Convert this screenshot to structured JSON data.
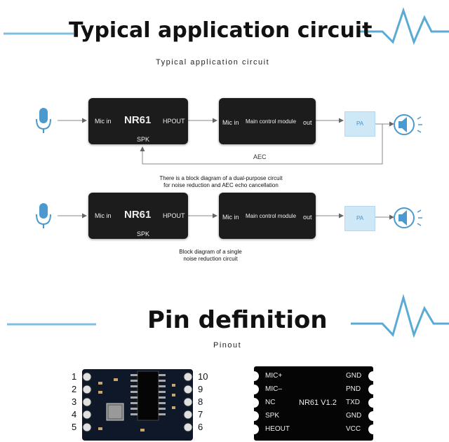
{
  "header": {
    "title": "Typical application circuit",
    "subtitle": "Typical application circuit"
  },
  "diagram1": {
    "nr61": {
      "mic_in": "Mic in",
      "name": "NR61",
      "hpout": "HPOUT",
      "spk": "SPK"
    },
    "main": {
      "mic_in": "Mic in",
      "label": "Main control module",
      "out": "out"
    },
    "pa": "PA",
    "feedback": "AEC",
    "caption": [
      "There is a block diagram of a dual-purpose circuit",
      "for noise reduction and AEC echo cancellation"
    ]
  },
  "diagram2": {
    "nr61": {
      "mic_in": "Mic in",
      "name": "NR61",
      "hpout": "HPOUT",
      "spk": "SPK"
    },
    "main": {
      "mic_in": "Mic in",
      "label": "Main control module",
      "out": "out"
    },
    "pa": "PA",
    "caption": [
      "Block diagram of a single",
      "noise reduction circuit"
    ]
  },
  "pins_section": {
    "title": "Pin definition",
    "subtitle": "Pinout",
    "left_numbers": [
      "1",
      "2",
      "3",
      "4",
      "5"
    ],
    "right_numbers": [
      "10",
      "9",
      "8",
      "7",
      "6"
    ],
    "module_label": "NR61 V1.2",
    "left_pins": [
      "MIC+",
      "MIC–",
      "NC",
      "SPK",
      "HEOUT"
    ],
    "right_pins": [
      "GND",
      "PND",
      "TXD",
      "GND",
      "VCC"
    ]
  },
  "colors": {
    "accent": "#5aaad6",
    "block": "#1c1c1c",
    "pa_fill": "#cfe8f8",
    "board": "#101826"
  },
  "icons": [
    "microphone-icon",
    "speaker-icon",
    "wave-decoration"
  ]
}
